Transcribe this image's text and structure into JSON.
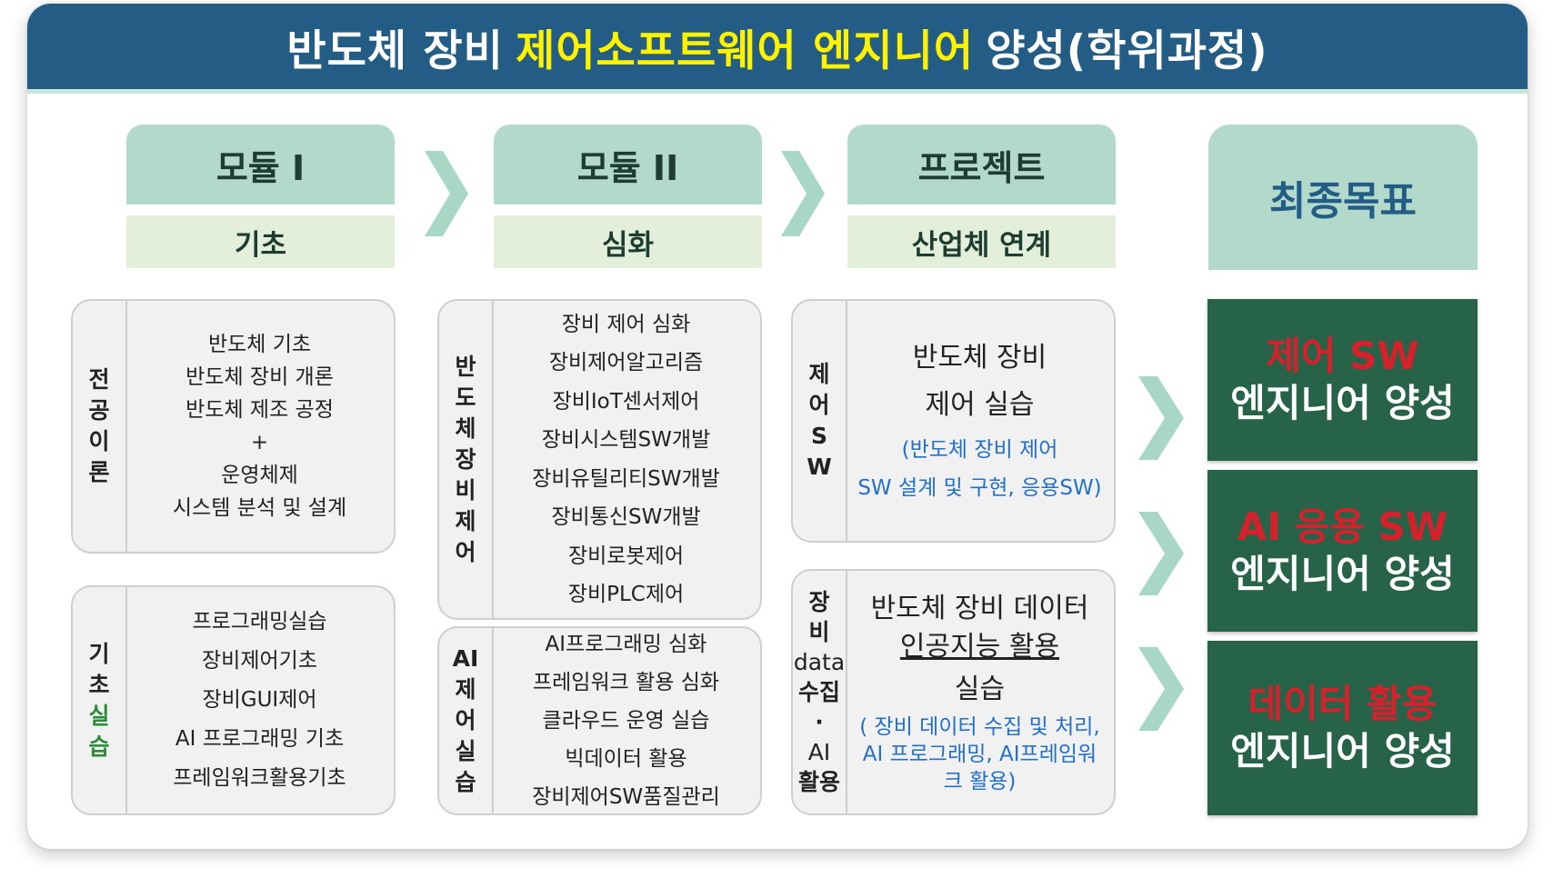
{
  "title": {
    "prefix": "반도체 장비",
    "highlight": "제어소프트웨어 엔지니어",
    "suffix": "양성(학위과정)"
  },
  "stages": [
    {
      "name": "모듈 I",
      "sub": "기초"
    },
    {
      "name": "모듈 II",
      "sub": "심화"
    },
    {
      "name": "프로젝트",
      "sub": "산업체 연계"
    }
  ],
  "goal_header": "최종목표",
  "module1": {
    "theory": {
      "side": [
        "전",
        "공",
        "이",
        "론"
      ],
      "items": [
        "반도체 기초",
        "반도체 장비 개론",
        "반도체 제조 공정",
        "+",
        "운영체제",
        "시스템 분석 및 설계"
      ]
    },
    "practice": {
      "side": [
        "기",
        "초",
        "실",
        "습"
      ],
      "items": [
        "프로그래밍실습",
        "장비제어기초",
        "장비GUI제어",
        "AI 프로그래밍 기초",
        "프레임워크활용기초"
      ]
    }
  },
  "module2": {
    "equipment": {
      "side": [
        "반",
        "도",
        "체",
        "장",
        "비",
        "제",
        "어"
      ],
      "items": [
        "장비 제어 심화",
        "장비제어알고리즘",
        "장비IoT센서제어",
        "장비시스템SW개발",
        "장비유틸리티SW개발",
        "장비통신SW개발",
        "장비로봇제어",
        "장비PLC제어"
      ]
    },
    "ai": {
      "side": [
        "AI",
        "제",
        "어",
        "실",
        "습"
      ],
      "items": [
        "AI프로그래밍 심화",
        "프레임워크 활용 심화",
        "클라우드 운영 실습",
        "빅데이터 활용",
        "장비제어SW품질관리"
      ]
    }
  },
  "project": {
    "control": {
      "side": [
        "제",
        "어",
        "S",
        "W"
      ],
      "title1": "반도체 장비",
      "title2": "제어 실습",
      "detail1": "(반도체 장비 제어",
      "detail2": "SW 설계 및 구현, 응용SW)"
    },
    "data": {
      "side": [
        "장",
        "비",
        "data",
        "수집",
        "·",
        "AI",
        "활용"
      ],
      "title1": "반도체 장비 데이터",
      "title2": "인공지능 활용",
      "title3": "실습",
      "detail1": "( 장비 데이터 수집 및 처리,",
      "detail2": "AI 프로그래밍, AI프레임워",
      "detail3": "크 활용)"
    }
  },
  "goals": [
    {
      "red": "제어 SW",
      "white": "엔지니어 양성"
    },
    {
      "red": "AI 응용 SW",
      "white": "엔지니어 양성"
    },
    {
      "red": "데이터 활용",
      "white": "엔지니어 양성"
    }
  ],
  "colors": {
    "title_bg": "#235c85",
    "title_highlight": "#fff200",
    "header_mint": "#b2d9c9",
    "sub_green": "#e3efdb",
    "chevron": "#a8d7c6",
    "goal_bg": "#276349",
    "goal_red": "#d6202b",
    "detail_blue": "#2270c8"
  }
}
